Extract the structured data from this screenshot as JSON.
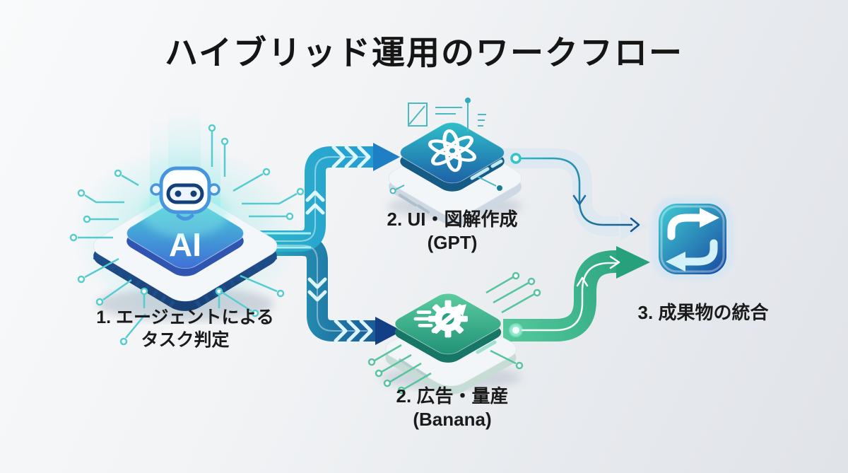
{
  "title": "ハイブリッド運用のワークフロー",
  "nodes": {
    "agent": {
      "label_line1": "1. エージェントによる",
      "label_line2": "タスク判定",
      "chip_text": "AI",
      "icon": "ai-chip-robot-icon"
    },
    "gpt": {
      "label_line1": "2. UI・図解作成",
      "label_line2": "(GPT)",
      "icon": "openai-logo-tile-icon"
    },
    "banana": {
      "label_line1": "2. 広告・量産",
      "label_line2": "(Banana)",
      "icon": "speed-gear-tile-icon"
    },
    "integration": {
      "label": "3. 成果物の統合",
      "icon": "sync-arrows-icon"
    }
  },
  "edges": [
    {
      "from": "agent",
      "to": "gpt",
      "style": "thick blue split arrow with light chevrons"
    },
    {
      "from": "agent",
      "to": "banana",
      "style": "thick navy split arrow with light chevrons"
    },
    {
      "from": "gpt",
      "to": "integration",
      "style": "thin teal-to-navy line over pale band"
    },
    {
      "from": "banana",
      "to": "integration",
      "style": "thick green arrow with white centerline"
    }
  ],
  "colors": {
    "background_left": "#f9fafb",
    "background_right": "#e0e3e8",
    "title_text": "#151515",
    "label_text": "#1b1b1b",
    "arrow_teal": "#2fb9c7",
    "arrow_blue": "#2196d4",
    "arrow_navy": "#154a8e",
    "chevron_light": "#e8fcff",
    "green_arrow_start": "#54c89c",
    "green_arrow_end": "#27a07c",
    "pale_band": "#dde8f1",
    "chip_top_teal": "#49d6d8",
    "chip_top_blue": "#3f6bd6",
    "gpt_tile_teal": "#31c4cb",
    "gpt_tile_blue": "#1b5ca6",
    "banana_tile_light": "#5ecfa2",
    "banana_tile_dark": "#1e8f74",
    "sync_icon_teal": "#41cdd4",
    "sync_icon_blue": "#1848a0",
    "circuit_teal": "#56ccd1",
    "circuit_green": "#57c49e"
  }
}
